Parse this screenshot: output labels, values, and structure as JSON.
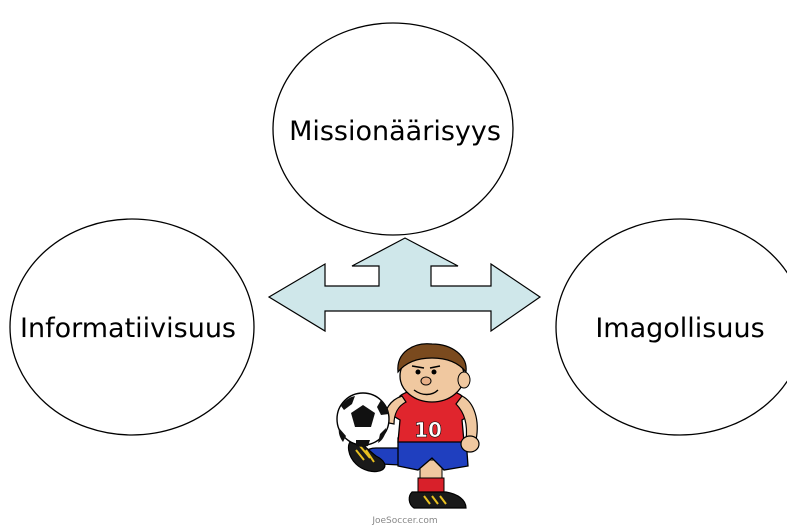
{
  "diagram": {
    "nodes": {
      "top": {
        "label": "Missionäärisyys"
      },
      "left": {
        "label": "Informatiivisuus"
      },
      "right": {
        "label": "Imagollisuus"
      }
    },
    "connector": {
      "type": "three-way-arrow",
      "fill": "#cfe7ea",
      "stroke": "#000000"
    },
    "clipart": {
      "icon": "soccer-player-number-10-icon",
      "jersey_number": "10",
      "credit": "JoeSoccer.com"
    }
  }
}
